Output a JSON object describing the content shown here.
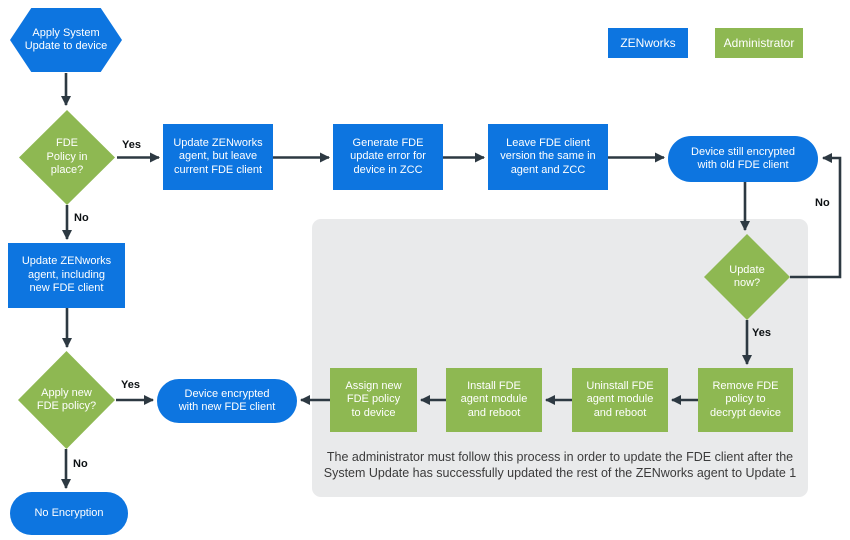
{
  "legend": {
    "zenworks": "ZENworks",
    "administrator": "Administrator"
  },
  "colors": {
    "zenworks_blue": "#0d75e0",
    "administrator_green": "#8eb852",
    "arrow": "#2d3942",
    "panel_gray": "#e9eaeb"
  },
  "labels": {
    "yes": "Yes",
    "no": "No"
  },
  "nodes": {
    "start": "Apply System\nUpdate to device",
    "fde_policy_in_place": "FDE\nPolicy in\nplace?",
    "update_agent_keep_client": "Update ZENworks\nagent, but leave\ncurrent FDE client",
    "generate_update_error": "Generate FDE\nupdate error for\ndevice in ZCC",
    "leave_version_same": "Leave FDE client\nversion the same in\nagent and ZCC",
    "device_still_encrypted": "Device still encrypted\nwith old FDE client",
    "update_now": "Update\nnow?",
    "remove_fde_policy": "Remove FDE\npolicy to\ndecrypt device",
    "uninstall_fde_module": "Uninstall FDE\nagent module\nand reboot",
    "install_fde_module": "Install FDE\nagent module\nand reboot",
    "assign_new_policy": "Assign new\nFDE policy\nto device",
    "device_encrypted_new": "Device encrypted\nwith new FDE client",
    "update_agent_new_client": "Update ZENworks\nagent, including\nnew FDE client",
    "apply_new_policy": "Apply new\nFDE policy?",
    "no_encryption": "No Encryption"
  },
  "note": "The administrator must follow this process in order to update the FDE client after the\nSystem Update has successfully updated the rest of the ZENworks agent to Update 1",
  "edges": [
    {
      "from": "start",
      "to": "fde_policy_in_place",
      "label": ""
    },
    {
      "from": "fde_policy_in_place",
      "to": "update_agent_keep_client",
      "label": "Yes"
    },
    {
      "from": "update_agent_keep_client",
      "to": "generate_update_error",
      "label": ""
    },
    {
      "from": "generate_update_error",
      "to": "leave_version_same",
      "label": ""
    },
    {
      "from": "leave_version_same",
      "to": "device_still_encrypted",
      "label": ""
    },
    {
      "from": "device_still_encrypted",
      "to": "update_now",
      "label": ""
    },
    {
      "from": "update_now",
      "to": "device_still_encrypted",
      "label": "No"
    },
    {
      "from": "update_now",
      "to": "remove_fde_policy",
      "label": "Yes"
    },
    {
      "from": "remove_fde_policy",
      "to": "uninstall_fde_module",
      "label": ""
    },
    {
      "from": "uninstall_fde_module",
      "to": "install_fde_module",
      "label": ""
    },
    {
      "from": "install_fde_module",
      "to": "assign_new_policy",
      "label": ""
    },
    {
      "from": "assign_new_policy",
      "to": "device_encrypted_new",
      "label": ""
    },
    {
      "from": "fde_policy_in_place",
      "to": "update_agent_new_client",
      "label": "No"
    },
    {
      "from": "update_agent_new_client",
      "to": "apply_new_policy",
      "label": ""
    },
    {
      "from": "apply_new_policy",
      "to": "device_encrypted_new",
      "label": "Yes"
    },
    {
      "from": "apply_new_policy",
      "to": "no_encryption",
      "label": "No"
    }
  ]
}
